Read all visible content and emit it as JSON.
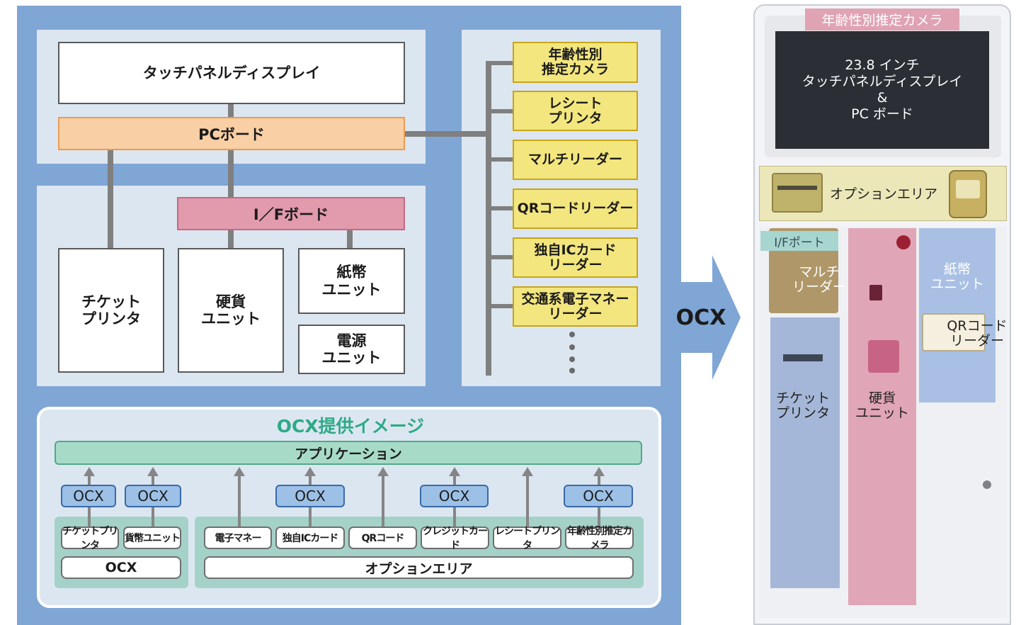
{
  "diagram": {
    "touch_panel_display": "タッチパネルディスプレイ",
    "pc_board": "PCボード",
    "if_board": "I／Fボード",
    "ticket_printer": "チケット\nプリンタ",
    "coin_unit": "硬貨\nユニット",
    "bill_unit": "紙幣\nユニット",
    "power_unit": "電源\nユニット",
    "peripherals": [
      "年齢性別\n推定カメラ",
      "レシート\nプリンタ",
      "マルチリーダー",
      "QRコードリーダー",
      "独自ICカード\nリーダー",
      "交通系電子マネー\nリーダー"
    ],
    "big_arrow_label": "OCX"
  },
  "ocx_image": {
    "title": "OCX提供イメージ",
    "application": "アプリケーション",
    "badge": "OCX",
    "left_chips": [
      "チケットプリンタ",
      "貨幣ユニット"
    ],
    "left_bottom": "OCX",
    "right_chips": [
      "電子マネー",
      "独自ICカード",
      "QRコード",
      "クレジットカード",
      "レシートプリンタ",
      "年齢性別推定カメラ"
    ],
    "right_bottom": "オプションエリア"
  },
  "kiosk": {
    "camera": "年齢性別推定カメラ",
    "screen_text": "23.8 インチ\nタッチパネルディスプレイ\n&\nPC ボード",
    "option_area": "オプションエリア",
    "if_port": "I/Fポート",
    "multi_reader": "マルチ\nリーダー",
    "bill_unit": "紙幣\nユニット",
    "qr_reader": "QRコード\nリーダー",
    "ticket_printer": "チケット\nプリンタ",
    "coin_unit": "硬貨\nユニット"
  },
  "colors": {
    "outer_blue": "#7fa6d5",
    "panel_light": "#dce6f1",
    "pc_board": "#f9cfa6",
    "if_board": "#e29aad",
    "peripheral_yellow": "#f3e67e",
    "ocx_teal": "#a4d2c8"
  }
}
